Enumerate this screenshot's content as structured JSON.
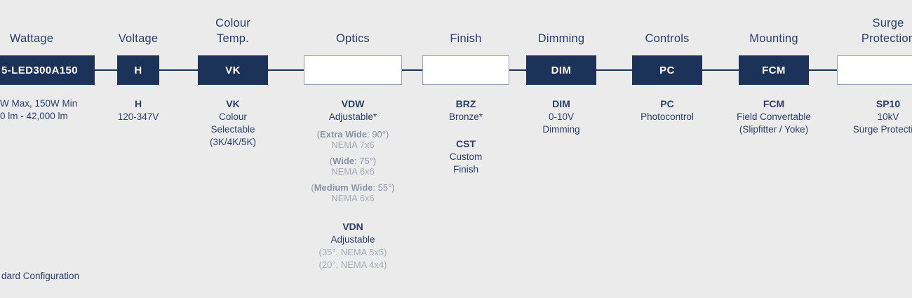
{
  "theme": {
    "bg": "#ebebeb",
    "navy": "#1d3258",
    "text": "#2e3d68",
    "grayBlue": "#8a92a8",
    "gray": "#a6abb6",
    "boxBorder": "#96a1b4"
  },
  "footnote": "dard Configuration",
  "columns": [
    {
      "id": "wattage",
      "header": [
        "Wattage"
      ],
      "box": {
        "label": "5-LED300A150",
        "variant": "filled"
      },
      "blocks": [
        {
          "lines": [
            [
              {
                "t": "W Max, 150W Min",
                "s": "reg"
              }
            ],
            [
              {
                "t": "0 lm - 42,000 lm",
                "s": "reg"
              }
            ]
          ]
        }
      ]
    },
    {
      "id": "voltage",
      "header": [
        "Voltage"
      ],
      "box": {
        "label": "H",
        "variant": "filled"
      },
      "blocks": [
        {
          "lines": [
            [
              {
                "t": "H",
                "s": "bold"
              }
            ],
            [
              {
                "t": "120-347V",
                "s": "reg"
              }
            ]
          ]
        }
      ]
    },
    {
      "id": "colour-temp",
      "header": [
        "Colour",
        "Temp."
      ],
      "box": {
        "label": "VK",
        "variant": "filled"
      },
      "blocks": [
        {
          "lines": [
            [
              {
                "t": "VK",
                "s": "bold"
              }
            ],
            [
              {
                "t": "Colour",
                "s": "reg"
              }
            ],
            [
              {
                "t": "Selectable",
                "s": "reg"
              }
            ],
            [
              {
                "t": "(3K/4K/5K)",
                "s": "reg"
              }
            ]
          ]
        }
      ]
    },
    {
      "id": "optics",
      "header": [
        "Optics"
      ],
      "box": {
        "label": "",
        "variant": "empty"
      },
      "blocks": [
        {
          "lines": [
            [
              {
                "t": "VDW",
                "s": "bold"
              }
            ],
            [
              {
                "t": "Adjustable*",
                "s": "reg"
              }
            ]
          ]
        },
        {
          "style": "tight",
          "lines": [
            [
              {
                "t": "(",
                "s": "gb"
              },
              {
                "t": "Extra Wide",
                "s": "gbb"
              },
              {
                "t": ": 90°)",
                "s": "gb"
              }
            ],
            [
              {
                "t": "NEMA 7x6",
                "s": "gray"
              }
            ]
          ]
        },
        {
          "style": "tight",
          "lines": [
            [
              {
                "t": "(",
                "s": "gb"
              },
              {
                "t": "Wide",
                "s": "gbb"
              },
              {
                "t": ": 75°)",
                "s": "gb"
              }
            ],
            [
              {
                "t": "NEMA 6x6",
                "s": "gray"
              }
            ]
          ]
        },
        {
          "style": "tight",
          "lines": [
            [
              {
                "t": "(",
                "s": "gb"
              },
              {
                "t": "Medium Wide",
                "s": "gbb"
              },
              {
                "t": ": 55°)",
                "s": "gb"
              }
            ],
            [
              {
                "t": "NEMA 6x6",
                "s": "gray"
              }
            ]
          ]
        },
        {
          "style": "gap-xl",
          "lines": [
            [
              {
                "t": "VDN",
                "s": "bold"
              }
            ],
            [
              {
                "t": "Adjustable",
                "s": "reg"
              }
            ],
            [
              {
                "t": "(35°, NEMA 5x5)",
                "s": "gray"
              }
            ],
            [
              {
                "t": "(20°, NEMA 4x4)",
                "s": "gray"
              }
            ]
          ]
        }
      ]
    },
    {
      "id": "finish",
      "header": [
        "Finish"
      ],
      "box": {
        "label": "",
        "variant": "empty"
      },
      "blocks": [
        {
          "lines": [
            [
              {
                "t": "BRZ",
                "s": "bold"
              }
            ],
            [
              {
                "t": "Bronze*",
                "s": "reg"
              }
            ]
          ]
        },
        {
          "style": "gap-lg",
          "lines": [
            [
              {
                "t": "CST",
                "s": "bold"
              }
            ],
            [
              {
                "t": "Custom",
                "s": "reg"
              }
            ],
            [
              {
                "t": "Finish",
                "s": "reg"
              }
            ]
          ]
        }
      ]
    },
    {
      "id": "dimming",
      "header": [
        "Dimming"
      ],
      "box": {
        "label": "DIM",
        "variant": "filled"
      },
      "blocks": [
        {
          "lines": [
            [
              {
                "t": "DIM",
                "s": "bold"
              }
            ],
            [
              {
                "t": "0-10V",
                "s": "reg"
              }
            ],
            [
              {
                "t": "Dimming",
                "s": "reg"
              }
            ]
          ]
        }
      ]
    },
    {
      "id": "controls",
      "header": [
        "Controls"
      ],
      "box": {
        "label": "PC",
        "variant": "filled"
      },
      "blocks": [
        {
          "lines": [
            [
              {
                "t": "PC",
                "s": "bold"
              }
            ],
            [
              {
                "t": "Photocontrol",
                "s": "reg"
              }
            ]
          ]
        }
      ]
    },
    {
      "id": "mounting",
      "header": [
        "Mounting"
      ],
      "box": {
        "label": "FCM",
        "variant": "filled"
      },
      "blocks": [
        {
          "lines": [
            [
              {
                "t": "FCM",
                "s": "bold"
              }
            ],
            [
              {
                "t": "Field Convertable",
                "s": "reg"
              }
            ],
            [
              {
                "t": "(Slipfitter / Yoke)",
                "s": "reg"
              }
            ]
          ]
        }
      ]
    },
    {
      "id": "surge",
      "header": [
        "Surge",
        "Protection"
      ],
      "box": {
        "label": "",
        "variant": "empty"
      },
      "blocks": [
        {
          "lines": [
            [
              {
                "t": "SP10",
                "s": "bold"
              }
            ],
            [
              {
                "t": "10kV",
                "s": "reg"
              }
            ],
            [
              {
                "t": "Surge Protection",
                "s": "reg"
              }
            ]
          ]
        }
      ]
    }
  ]
}
